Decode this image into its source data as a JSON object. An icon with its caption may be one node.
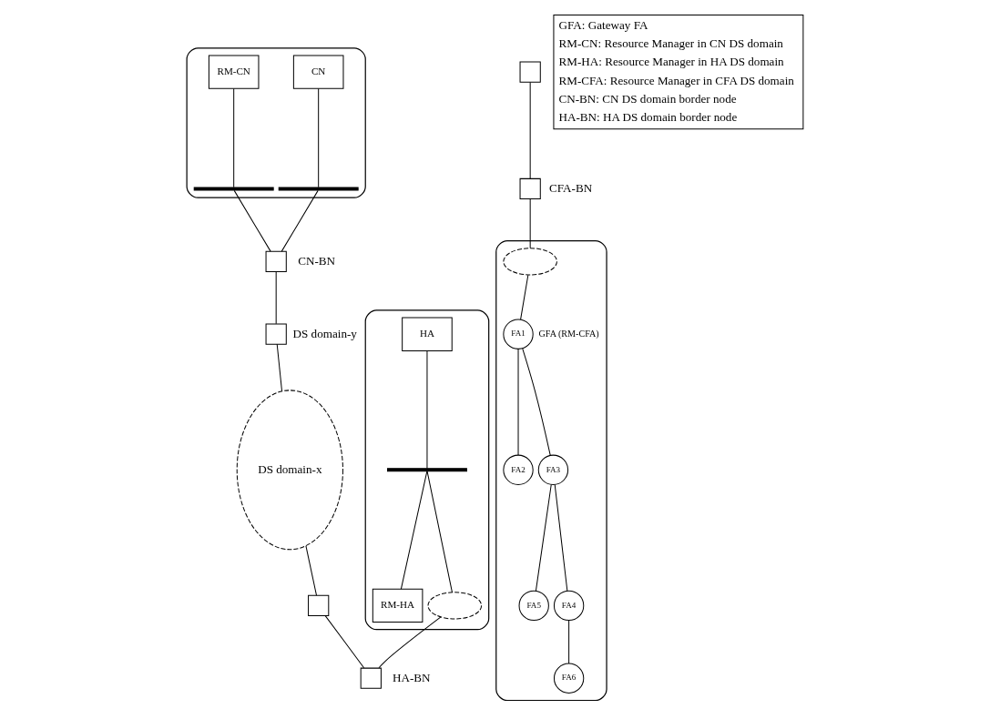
{
  "diagram": {
    "nodes": [
      {
        "text": [],
        "shape": "ellipse"
      },
      {
        "text": [
          "RM-CN"
        ],
        "in": 0
      },
      {
        "text": [
          "CN"
        ],
        "in": 0
      },
      {
        "text": [],
        "shape": "bar",
        "in": 0
      },
      {
        "text": [],
        "shape": "bar",
        "in": 0
      },
      {
        "text": [],
        "shape": "box",
        "beside": [
          "CN-BN"
        ]
      },
      {
        "text": [],
        "shape": "box",
        "beside": [
          "DS domain-y"
        ]
      },
      {
        "text": [
          "DS domain-x"
        ]
      },
      {
        "text": [],
        "shape": "box"
      },
      {
        "text": [],
        "shape": "ellipse"
      },
      {
        "text": [
          "HA"
        ],
        "in": 9
      },
      {
        "text": [],
        "shape": "bar",
        "in": 9
      },
      {
        "text": [
          "RM-HA"
        ],
        "in": 9
      },
      {
        "text": [],
        "shape": "cloud",
        "in": 9
      },
      {
        "text": [],
        "shape": "box",
        "beside": [
          "HA-BN"
        ]
      },
      {
        "text": [],
        "shape": "box"
      },
      {
        "text": [],
        "shape": "box",
        "beside": [
          "CFA-BN"
        ]
      },
      {
        "text": [],
        "shape": "ellipse"
      },
      {
        "text": [],
        "shape": "cloud",
        "in": 17
      },
      {
        "text": [
          "FA1"
        ],
        "in": 17,
        "beside": [
          "GFA (RM-CFA)"
        ]
      },
      {
        "text": [
          "FA2"
        ],
        "in": 17
      },
      {
        "text": [
          "FA3"
        ],
        "in": 17
      },
      {
        "text": [
          "FA5"
        ],
        "in": 17
      },
      {
        "text": [
          "FA4"
        ],
        "in": 17
      },
      {
        "text": [
          "FA6"
        ],
        "in": 17
      }
    ],
    "edges": [
      {
        "from": 1,
        "to": 3,
        "arrow": "none"
      },
      {
        "from": 2,
        "to": 4,
        "arrow": "none"
      },
      {
        "from": 3,
        "to": 5,
        "arrow": "none"
      },
      {
        "from": 4,
        "to": 5,
        "arrow": "none"
      },
      {
        "from": 5,
        "to": 6,
        "arrow": "none"
      },
      {
        "from": 6,
        "to": 7,
        "arrow": "none"
      },
      {
        "from": 7,
        "to": 8,
        "arrow": "none"
      },
      {
        "from": 8,
        "to": 14,
        "arrow": "none"
      },
      {
        "from": 10,
        "to": 11,
        "arrow": "none"
      },
      {
        "from": 11,
        "to": 12,
        "arrow": "none"
      },
      {
        "from": 11,
        "to": 13,
        "arrow": "none"
      },
      {
        "from": 13,
        "to": 14,
        "arrow": "none"
      },
      {
        "from": 15,
        "to": 16,
        "arrow": "none"
      },
      {
        "from": 16,
        "to": 18,
        "arrow": "none"
      },
      {
        "from": 18,
        "to": 19,
        "arrow": "none"
      },
      {
        "from": 19,
        "to": 20,
        "arrow": "none"
      },
      {
        "from": 19,
        "to": 21,
        "arrow": "none"
      },
      {
        "from": 21,
        "to": 22,
        "arrow": "none"
      },
      {
        "from": 21,
        "to": 23,
        "arrow": "none"
      },
      {
        "from": 23,
        "to": 24,
        "arrow": "none"
      }
    ],
    "labels": [
      "GFA: Gateway FA",
      "RM-CN: Resource Manager in CN DS domain",
      "RM-HA: Resource Manager in HA DS domain",
      "RM-CFA: Resource Manager in CFA DS domain",
      "CN-BN: CN DS domain border node",
      "HA-BN: HA DS domain border node"
    ]
  }
}
